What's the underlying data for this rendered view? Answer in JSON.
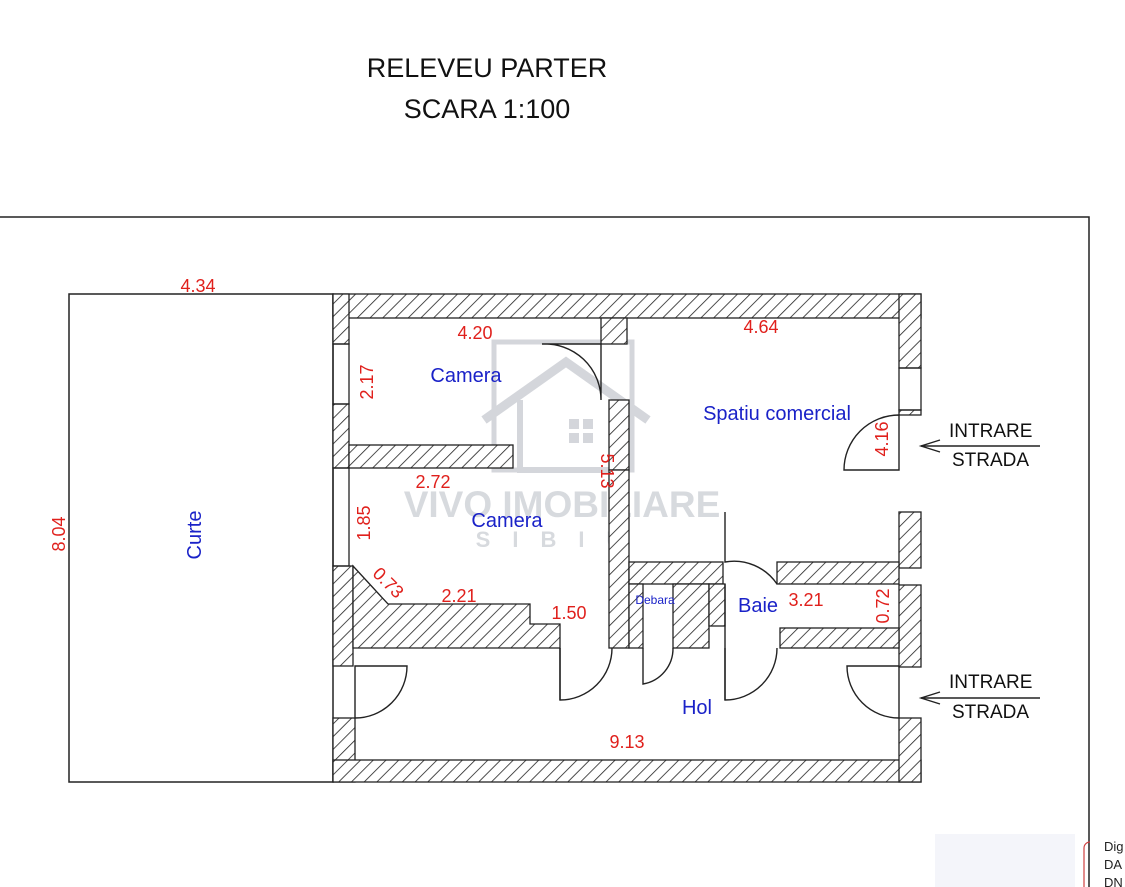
{
  "header": {
    "title_line1": "RELEVEU PARTER",
    "title_line2": "SCARA 1:100"
  },
  "rooms": {
    "curte": "Curte",
    "camera1": "Camera",
    "camera2": "Camera",
    "spatiu": "Spatiu comercial",
    "debara": "Debara",
    "baie": "Baie",
    "hol": "Hol"
  },
  "dimensions": {
    "curte_width": "4.34",
    "curte_height": "8.04",
    "camera1_width": "4.20",
    "camera1_height": "2.17",
    "spatiu_width": "4.64",
    "spatiu_height": "4.16",
    "partition_length": "5.13",
    "camera2_width": "2.72",
    "camera2_height": "1.85",
    "diagonal": "0.73",
    "camera2_bottom": "2.21",
    "step": "1.50",
    "baie_width": "3.21",
    "baie_height": "0.72",
    "hol_width": "9.13"
  },
  "entrances": {
    "upper_line1": "INTRARE",
    "upper_line2": "STRADA",
    "lower_line1": "INTRARE",
    "lower_line2": "STRADA"
  },
  "watermark": {
    "line1": "VIVO IMOBILIARE",
    "line2": "SIBIU"
  },
  "corner_text": {
    "line1": "Dig",
    "line2": "DA",
    "line3": "DN"
  }
}
